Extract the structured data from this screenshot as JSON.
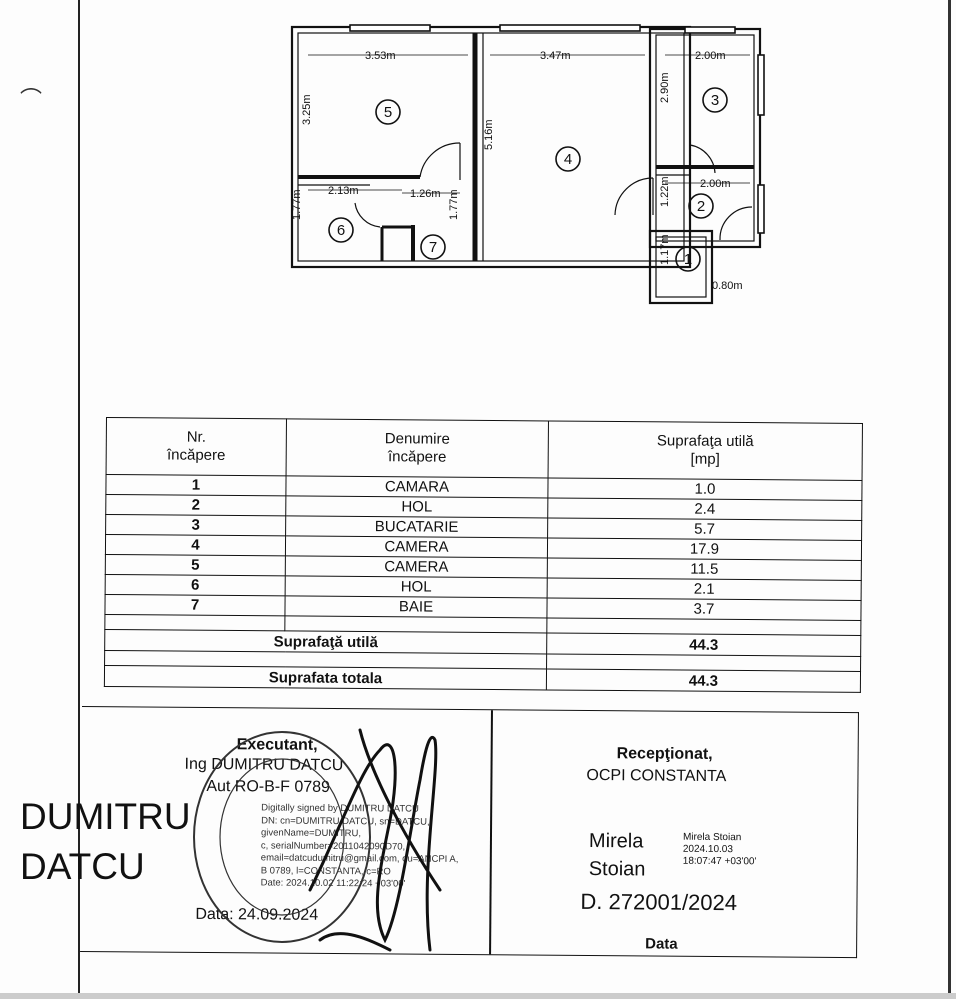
{
  "floorplan": {
    "dimensions": [
      "3.53m",
      "3.47m",
      "2.00m",
      "3.25m",
      "5.16m",
      "2.90m",
      "2.13m",
      "1.26m",
      "2.00m",
      "1.77m",
      "1.77m",
      "1.22m",
      "1.17m",
      "0.80m"
    ],
    "room_numbers": [
      "5",
      "4",
      "3",
      "2",
      "6",
      "7",
      "1"
    ]
  },
  "table": {
    "headers": {
      "nr": [
        "Nr.",
        "încăpere"
      ],
      "name": [
        "Denumire",
        "încăpere"
      ],
      "area": [
        "Suprafaţa utilă",
        "[mp]"
      ]
    },
    "rows": [
      {
        "nr": "1",
        "name": "CAMARA",
        "area": "1.0"
      },
      {
        "nr": "2",
        "name": "HOL",
        "area": "2.4"
      },
      {
        "nr": "3",
        "name": "BUCATARIE",
        "area": "5.7"
      },
      {
        "nr": "4",
        "name": "CAMERA",
        "area": "17.9"
      },
      {
        "nr": "5",
        "name": "CAMERA",
        "area": "11.5"
      },
      {
        "nr": "6",
        "name": "HOL",
        "area": "2.1"
      },
      {
        "nr": "7",
        "name": "BAIE",
        "area": "3.7"
      }
    ],
    "useful_label": "Suprafaţă utilă",
    "useful_value": "44.3",
    "total_label": "Suprafata totala",
    "total_value": "44.3"
  },
  "executant": {
    "title": "Executant,",
    "name": "Ing DUMITRU DATCU",
    "authorization": "Aut RO-B-F 0789",
    "date": "Data:  24.09.2024",
    "digital_signature": [
      "Digitally signed by DUMITRU DATCU",
      "DN: cn=DUMITRU DATCU, sn=DATCU,",
      "givenName=DUMITRU,",
      "c, serialNumber=2011042090D70,",
      "email=datcudumitru@gmail.com, ou=ANCPI A,",
      "B 0789, l=CONSTANTA, c=RO",
      "Date: 2024.10.02 11:22:24 +03'00'"
    ],
    "signer_name": [
      "DUMITRU",
      "DATCU"
    ]
  },
  "receptionat": {
    "title": "Recepţionat,",
    "org": "OCPI CONSTANTA",
    "name": [
      "Mirela",
      "Stoian"
    ],
    "stamp": [
      "Mirela Stoian",
      "2024.10.03",
      "18:07:47 +03'00'"
    ],
    "number": "D. 272001/2024",
    "date_label": "Data"
  },
  "colors": {
    "ink": "#111111",
    "paper": "#fdfdfd"
  }
}
